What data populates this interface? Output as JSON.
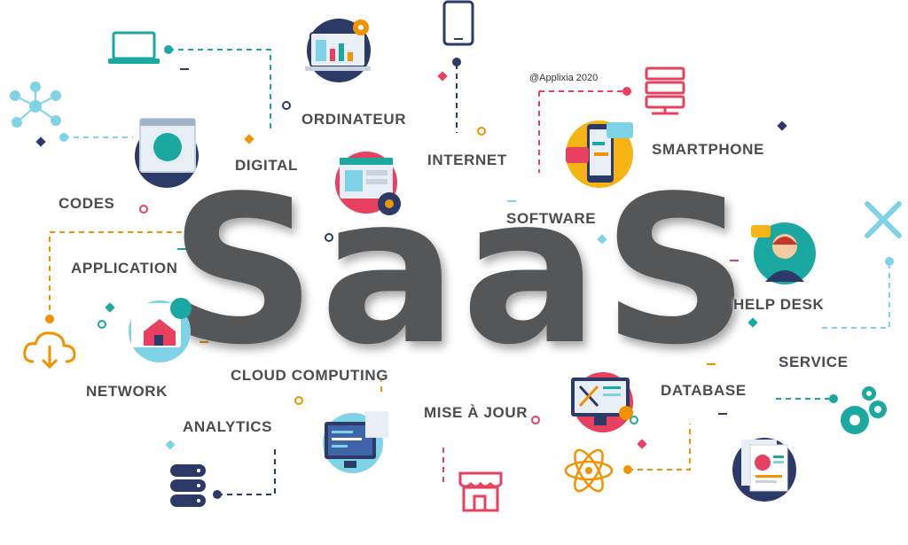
{
  "hero_text": "SaaS",
  "credit": "@Applixia 2020",
  "labels": {
    "ordinateur": "ORDINATEUR",
    "digital": "DIGITAL",
    "internet": "INTERNET",
    "smartphone": "SMARTPHONE",
    "codes": "CODES",
    "software": "SOFTWARE",
    "application": "APPLICATION",
    "help_desk": "HELP DESK",
    "network": "NETWORK",
    "cloud_computing": "CLOUD COMPUTING",
    "service": "SERVICE",
    "database": "DATABASE",
    "analytics": "ANALYTICS",
    "mise_a_jour": "MISE À JOUR"
  },
  "colors": {
    "text": "#4a4c50",
    "teal": "#1aa8a0",
    "orange": "#f39200",
    "pink": "#e8415f",
    "navy": "#2b3a67",
    "light_blue": "#7fd3e6"
  },
  "icons": [
    "laptop-icon",
    "network-people-icon",
    "monitor-settings-icon",
    "tablet-icon",
    "server-icon",
    "smartphone-chat-icon",
    "web-www-icon",
    "web-design-icon",
    "tools-icon",
    "support-agent-icon",
    "cloud-download-icon",
    "home-network-icon",
    "gears-icon",
    "coding-monitor-icon",
    "development-monitor-icon",
    "database-icon",
    "shop-icon",
    "atom-icon",
    "reports-icon"
  ]
}
